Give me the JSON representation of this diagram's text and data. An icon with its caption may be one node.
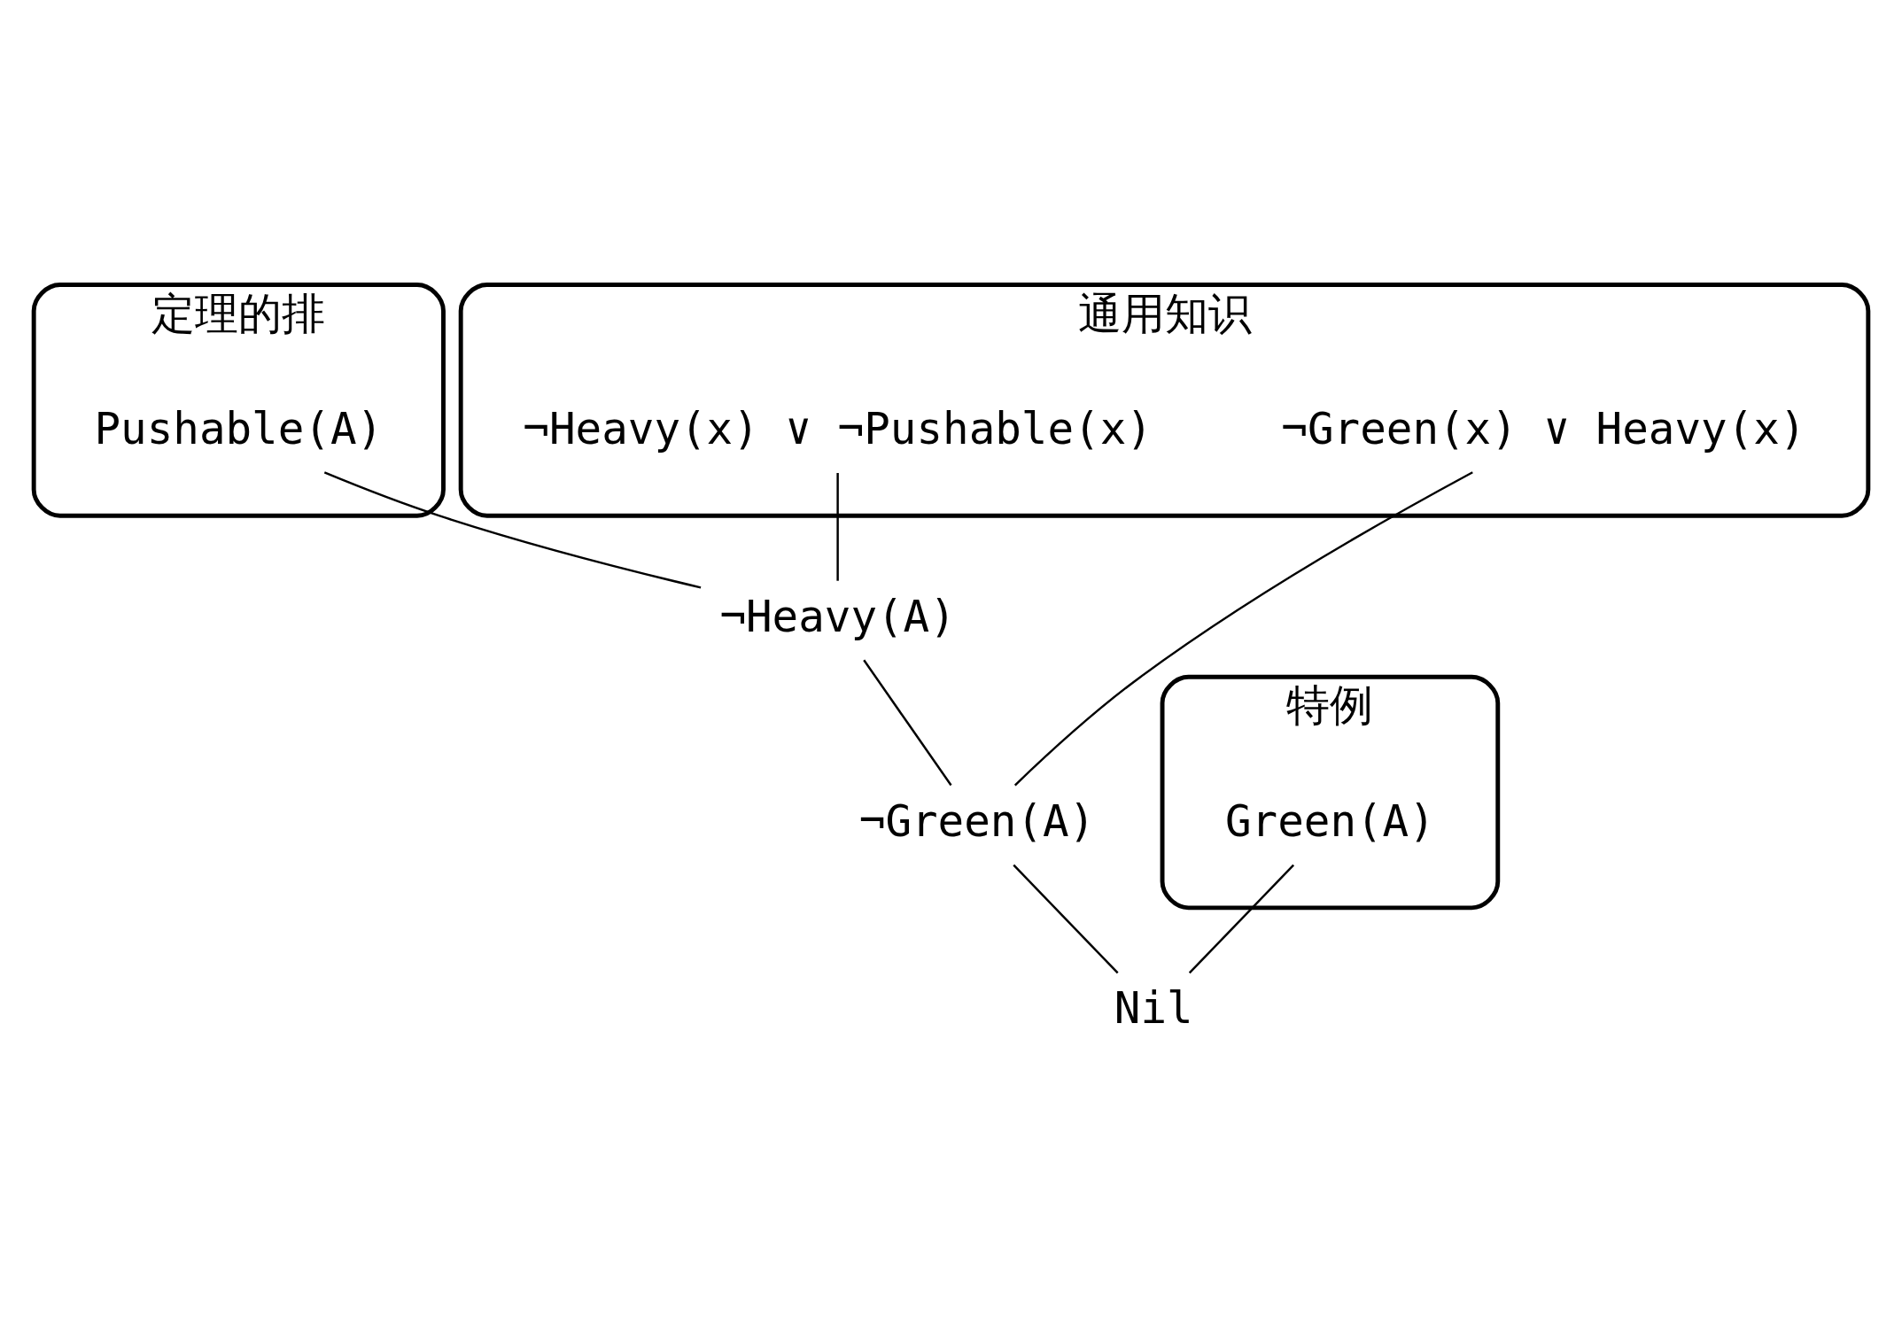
{
  "diagram": {
    "nodes": [
      {
        "text": [
          "定理的排"
        ]
      },
      {
        "text": [
          "Pushable(A)"
        ],
        "in": 0
      },
      {
        "text": [
          "通用知识"
        ]
      },
      {
        "text": [
          "¬Heavy(x) ∨ ¬Pushable(x)"
        ],
        "in": 2
      },
      {
        "text": [
          "¬Green(x) ∨ Heavy(x)"
        ],
        "in": 2
      },
      {
        "text": [
          "¬Heavy(A)"
        ]
      },
      {
        "text": [
          "¬Green(A)"
        ]
      },
      {
        "text": [
          "特例"
        ]
      },
      {
        "text": [
          "Green(A)"
        ],
        "in": 7
      },
      {
        "text": [
          "Nil"
        ]
      }
    ],
    "edges": [
      {
        "from": 1,
        "to": 5,
        "arrow": "none"
      },
      {
        "from": 3,
        "to": 5,
        "arrow": "none"
      },
      {
        "from": 5,
        "to": 6,
        "arrow": "none"
      },
      {
        "from": 4,
        "to": 6,
        "arrow": "none"
      },
      {
        "from": 6,
        "to": 9,
        "arrow": "none"
      },
      {
        "from": 8,
        "to": 9,
        "arrow": "none"
      }
    ]
  }
}
